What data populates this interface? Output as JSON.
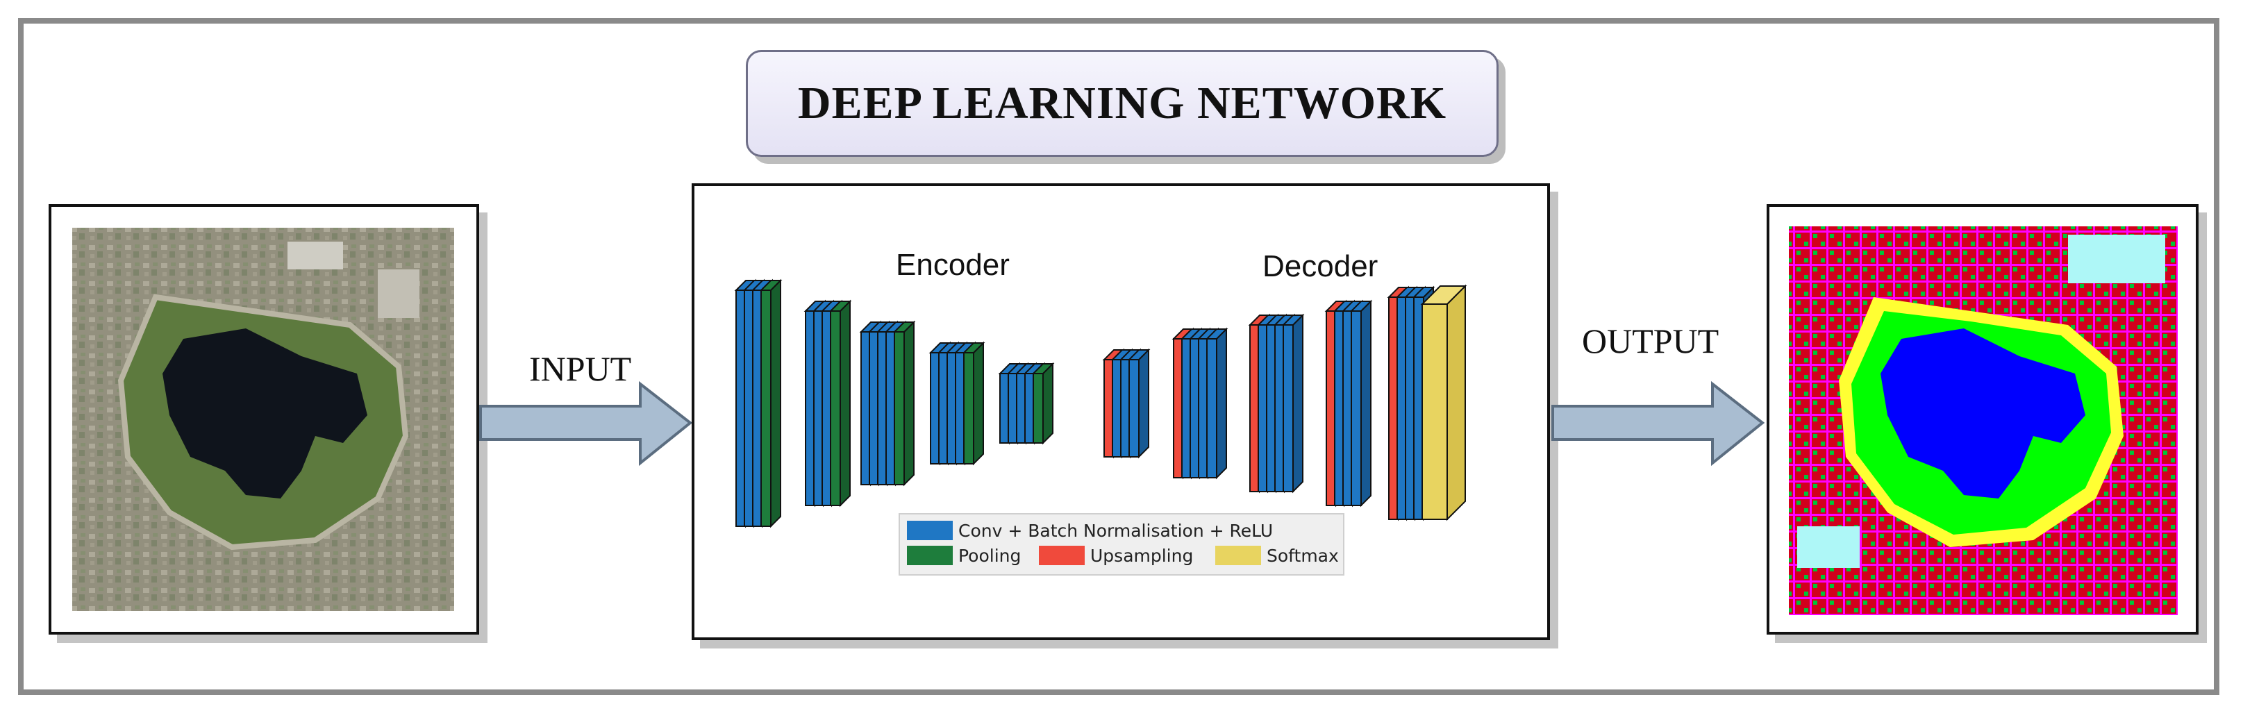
{
  "title": "DEEP LEARNING NETWORK",
  "input_label": "INPUT",
  "output_label": "OUTPUT",
  "encoder_label": "Encoder",
  "decoder_label": "Decoder",
  "legend": {
    "conv": "Conv + Batch Normalisation + ReLU",
    "pooling": "Pooling",
    "upsampling": "Upsampling",
    "softmax": "Softmax"
  },
  "colors": {
    "conv": "#1f77c4",
    "pooling": "#1e7d3c",
    "upsampling": "#f04a3c",
    "softmax": "#e8d460",
    "water": "#0000ff",
    "vegetation": "#00ff00",
    "buildings": "#d2001c",
    "roads": "#ff00ff",
    "bare": "#ffff33"
  }
}
